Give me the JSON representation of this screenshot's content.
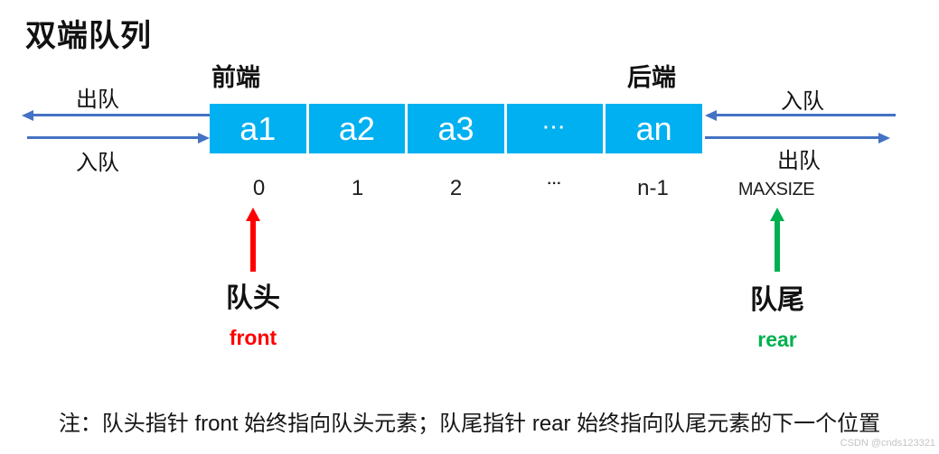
{
  "title": "双端队列",
  "colors": {
    "cell_blue": "#00B0F0",
    "arrow_blue": "#4472C4",
    "front_red": "#FF0000",
    "rear_green": "#00B050",
    "watermark_gray": "#C4C4C4"
  },
  "queue": {
    "front_end_label": "前端",
    "back_end_label": "后端",
    "cells": [
      "a1",
      "a2",
      "a3",
      "···",
      "an"
    ],
    "indices": [
      "0",
      "1",
      "2",
      "···",
      "n-1"
    ],
    "maxsize_label": "MAXSIZE"
  },
  "left_ops": {
    "dequeue_label": "出队",
    "enqueue_label": "入队"
  },
  "right_ops": {
    "enqueue_label": "入队",
    "dequeue_label": "出队"
  },
  "front_pointer": {
    "label": "队头",
    "name": "front"
  },
  "rear_pointer": {
    "label": "队尾",
    "name": "rear"
  },
  "note": "注：队头指针 front 始终指向队头元素；队尾指针 rear 始终指向队尾元素的下一个位置",
  "watermark": "CSDN @cnds123321"
}
